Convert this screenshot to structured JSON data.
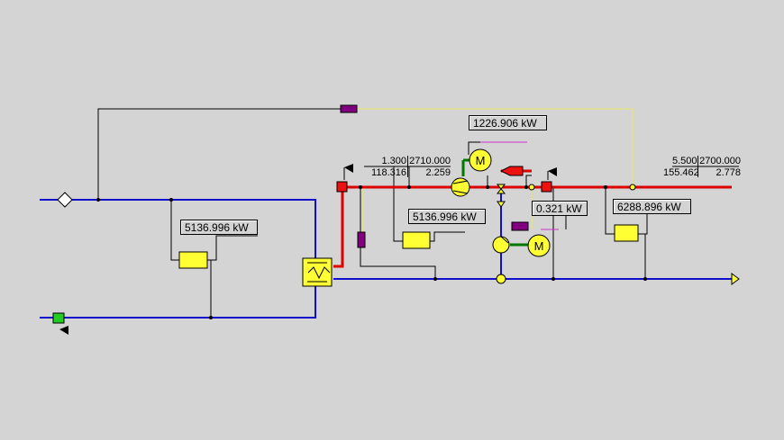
{
  "power_labels": {
    "compressor_power": "1226.906  kW",
    "heater_left": "5136.996  kW",
    "heater_mid": "5136.996  kW",
    "pump_power": "0.321  kW",
    "heater_right": "6288.896  kW"
  },
  "state_left": {
    "pressure": "1.300",
    "enthalpy": "2710.000",
    "mass_flow": "118.316",
    "quality": "2.259"
  },
  "state_right": {
    "pressure": "5.500",
    "enthalpy": "2700.000",
    "mass_flow": "155.462",
    "quality": "2.778"
  },
  "symbols": {
    "motor_label": "M"
  },
  "colors": {
    "background": "#d4d4d4",
    "steam_line": "#dd0000",
    "water_line": "#1010cc",
    "signal_line": "#e8e860",
    "component_fill": "#ffff33",
    "valve_purple": "#800080",
    "source_green": "#22cc22",
    "node_red": "#ee1111"
  }
}
